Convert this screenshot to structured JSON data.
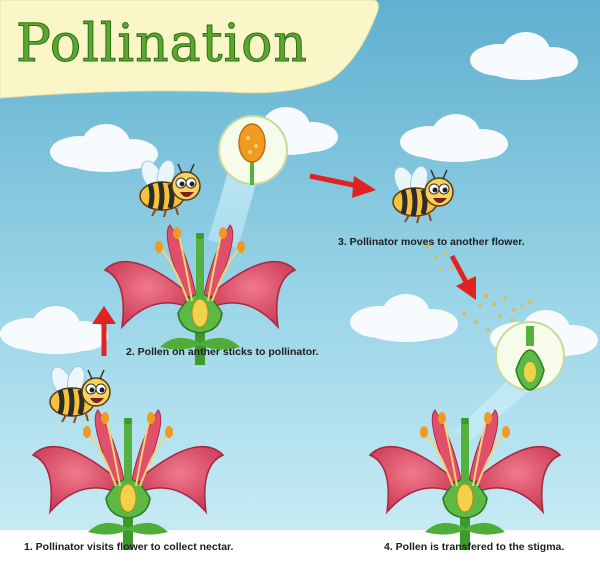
{
  "title": "Pollination",
  "steps": [
    {
      "label": "1. Pollinator visits flower to collect nectar."
    },
    {
      "label": "2. Pollen on anther sticks to pollinator."
    },
    {
      "label": "3. Pollinator moves to another flower."
    },
    {
      "label": "4. Pollen is transfered to the stigma."
    }
  ],
  "colors": {
    "sky_top": "#69b6d2",
    "sky_bottom": "#c7ecf4",
    "title_banner": "#fbf6c8",
    "title_text": "#5aa82e",
    "petal": "#d8415a",
    "arrow": "#e02222",
    "pollen": "#f2b431",
    "stem": "#3e9a2b"
  },
  "icons": [
    "bee-icon",
    "flower-icon",
    "anther-closeup-icon",
    "pistil-closeup-icon",
    "arrow-icon",
    "cloud-icon"
  ]
}
